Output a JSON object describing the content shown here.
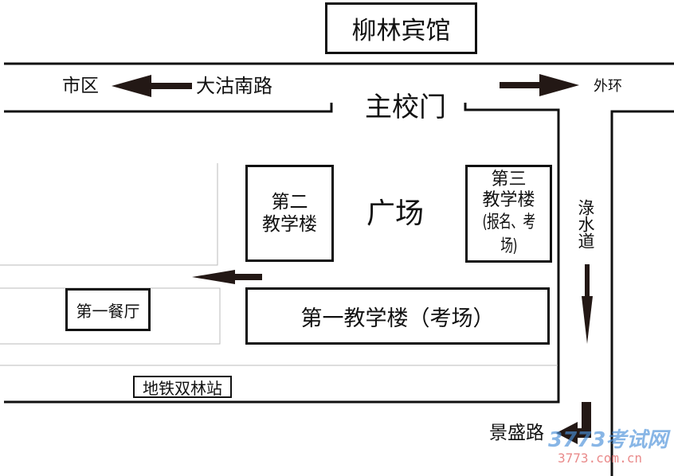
{
  "map": {
    "hotel": "柳林宾馆",
    "roads": {
      "top_road": "大沽南路",
      "right_road": "淥水道",
      "bottom_right_road": "景盛路"
    },
    "directions": {
      "west": "市区",
      "east": "外环"
    },
    "gate": "主校门",
    "plaza": "广场",
    "buildings": {
      "building2_line1": "第二",
      "building2_line2": "教学楼",
      "building3_line1": "第三",
      "building3_line2": "教学楼",
      "building3_line3": "(报名、考场)",
      "building1": "第一教学楼（考场）",
      "canteen": "第一餐厅",
      "metro": "地铁双林站"
    }
  },
  "watermark": {
    "logo_num": "3773",
    "logo_text": "考试网",
    "url": "3773.com.cn",
    "colors": {
      "logo": "#4a90d9",
      "url": "#e05a5a"
    }
  },
  "colors": {
    "line": "#111111",
    "arrow": "#231815",
    "thin_line": "#bbbbbb"
  }
}
